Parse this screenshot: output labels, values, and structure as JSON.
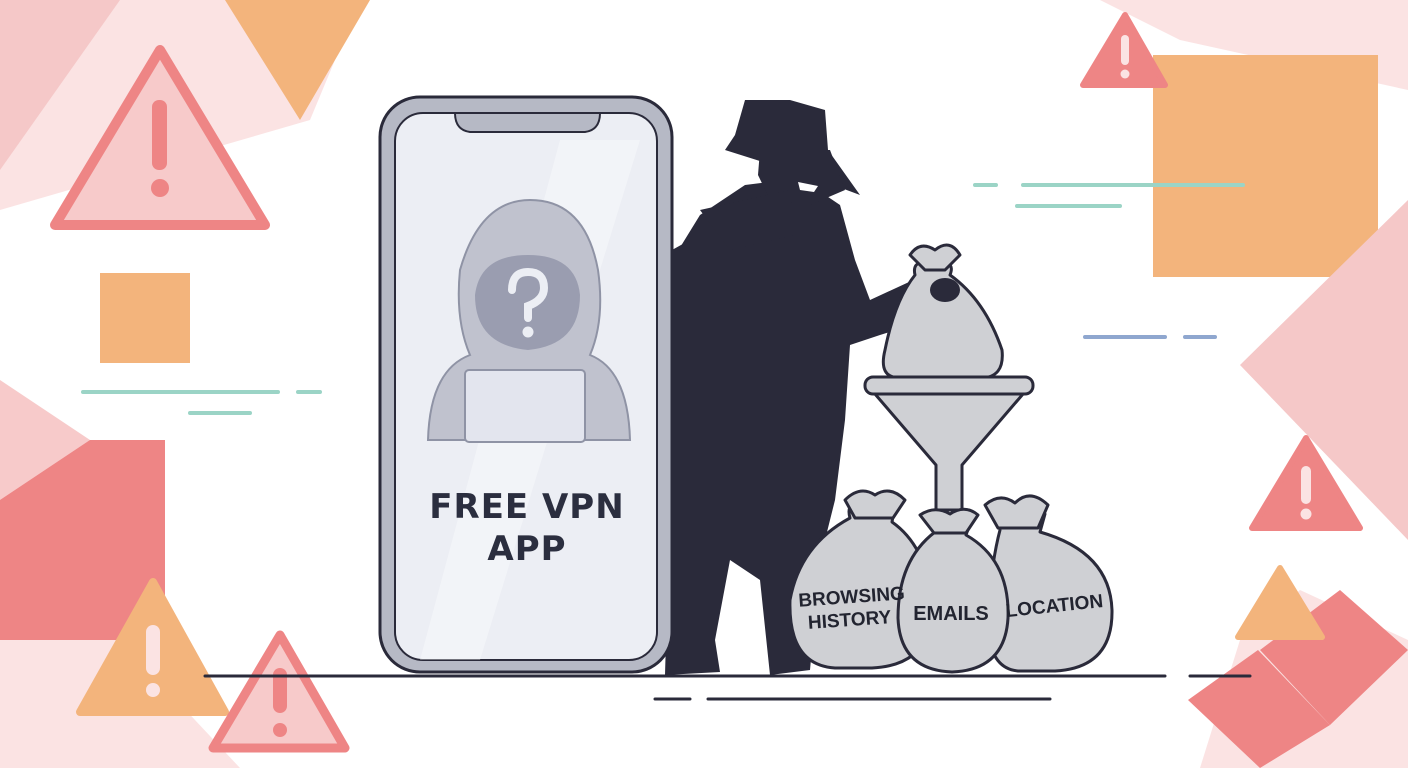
{
  "phone": {
    "title_line1": "FREE VPN",
    "title_line2": "APP"
  },
  "bags": [
    {
      "line1": "BROWSING",
      "line2": "HISTORY"
    },
    {
      "line1": "EMAILS",
      "line2": ""
    },
    {
      "line1": "LOCATION",
      "line2": ""
    }
  ],
  "icons": [
    "warning-icon",
    "question-icon",
    "hooded-hacker-icon",
    "spy-silhouette",
    "money-bag-icon",
    "funnel-icon"
  ],
  "colors": {
    "warning_red": "#ee8585",
    "warning_orange": "#f3b47c",
    "silhouette": "#2a2a3a",
    "bag_gray": "#cfd0d4",
    "phone_frame": "#b6b9c5",
    "accent_teal": "#9bd4c6",
    "accent_blue": "#8fa7cf"
  }
}
